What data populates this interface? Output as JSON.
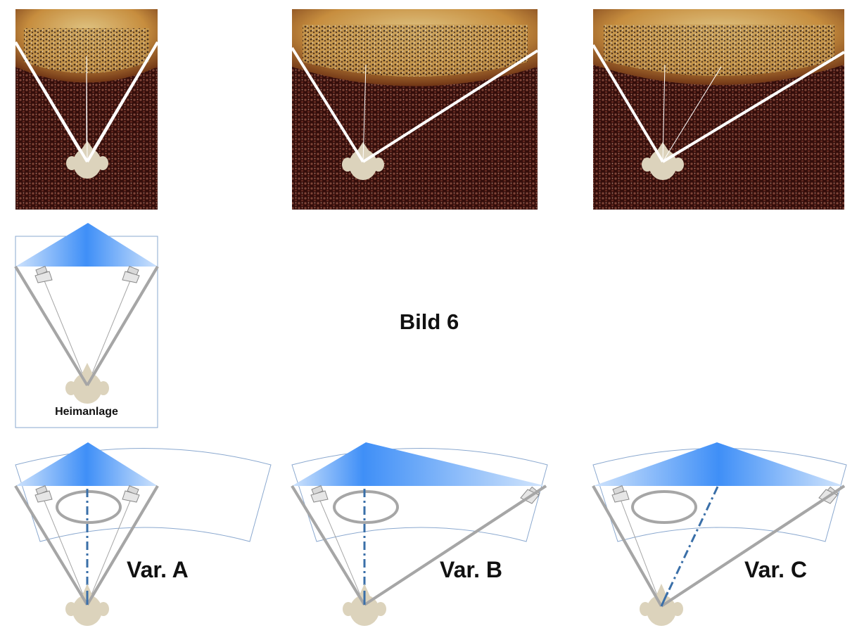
{
  "figure": {
    "title": "Bild 6",
    "labels": {
      "home": "Heimanlage",
      "var_a": "Var. A",
      "var_b": "Var. B",
      "var_c": "Var. C"
    }
  },
  "panels": {
    "photos": [
      {
        "id": "photo-a",
        "content": "concert hall photo, listener centered, symmetric viewing lines"
      },
      {
        "id": "photo-b",
        "content": "concert hall photo, listener left, wide right viewing line"
      },
      {
        "id": "photo-c",
        "content": "concert hall photo, listener far left, wide right viewing line"
      }
    ],
    "diagrams": [
      {
        "id": "home",
        "speakers": "symmetric"
      },
      {
        "id": "var-a",
        "speakers": "symmetric"
      },
      {
        "id": "var-b",
        "speakers": "asymmetric"
      },
      {
        "id": "var-c",
        "speakers": "asymmetric-offset"
      }
    ]
  },
  "colors": {
    "beam_blue": "#3f8ff7",
    "line_gray": "#a6a6a6",
    "dashdot_blue": "#3a6fa8",
    "head": "#dcd3bc",
    "frame_blue": "#8aa8cf",
    "hall_seats": "#4a1812",
    "stage_wood": "#e0a850"
  }
}
